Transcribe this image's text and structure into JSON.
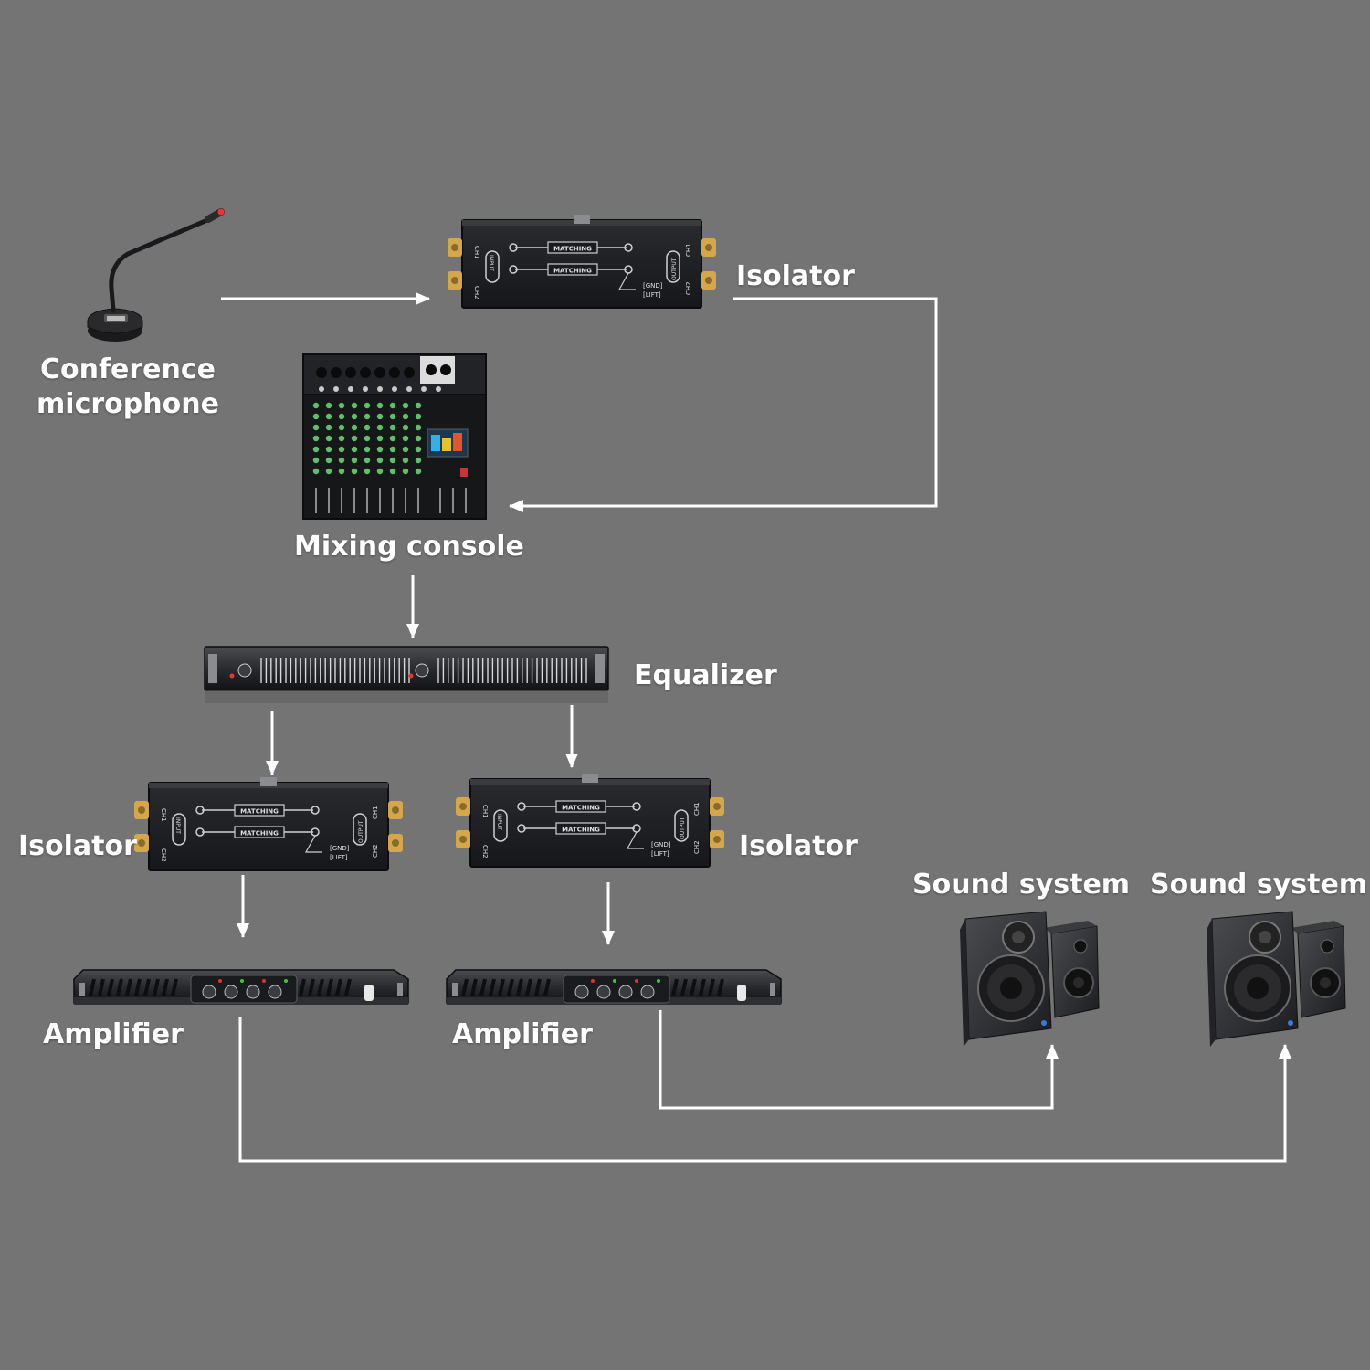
{
  "colors": {
    "background": "#747474",
    "connector": "#ffffff",
    "device_body": "#1e1f22",
    "device_trim": "#3a3c40",
    "connector_gold": "#d4a84a",
    "label": "#ffffff"
  },
  "nodes": {
    "microphone": {
      "label_line1": "Conference",
      "label_line2": "microphone",
      "icon": "gooseneck-microphone-icon"
    },
    "isolator_top": {
      "label": "Isolator",
      "icon": "isolator-icon"
    },
    "mixer": {
      "label": "Mixing console",
      "icon": "mixing-console-icon"
    },
    "equalizer": {
      "label": "Equalizer",
      "icon": "equalizer-icon"
    },
    "isolator_left": {
      "label": "Isolator",
      "icon": "isolator-icon"
    },
    "isolator_right": {
      "label": "Isolator",
      "icon": "isolator-icon"
    },
    "amplifier_left": {
      "label": "Amplifier",
      "icon": "amplifier-icon"
    },
    "amplifier_right": {
      "label": "Amplifier",
      "icon": "amplifier-icon"
    },
    "speaker_left": {
      "label": "Sound system",
      "icon": "speaker-pair-icon"
    },
    "speaker_right": {
      "label": "Sound system",
      "icon": "speaker-pair-icon"
    }
  },
  "device_text": {
    "isolator_channel_label": "MATCHING",
    "isolator_ch1": "CH1",
    "isolator_ch2": "CH2",
    "isolator_input": "INPUT",
    "isolator_output": "OUTPUT",
    "isolator_gnd": "[GND]",
    "isolator_lift": "[LIFT]"
  }
}
